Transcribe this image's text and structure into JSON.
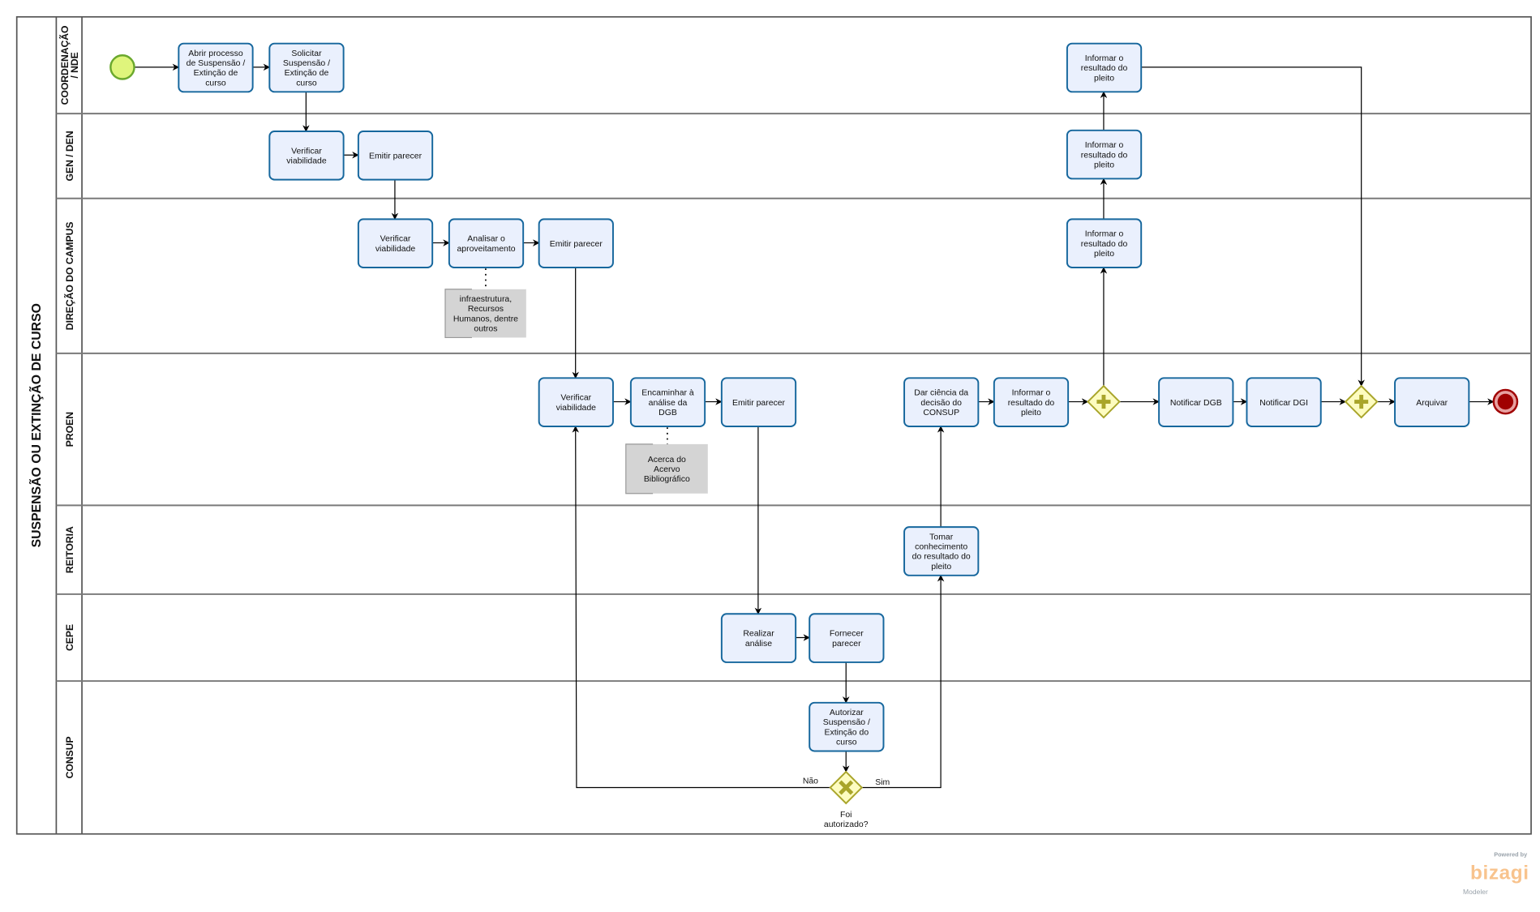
{
  "pool": {
    "title": "SUSPENSÃO OU EXTINÇÃO DE CURSO"
  },
  "lanes": [
    {
      "lines": [
        "COORDENAÇÃO",
        "/ NDE"
      ]
    },
    {
      "lines": [
        "GEN / DEN"
      ]
    },
    {
      "lines": [
        "DIREÇÃO DO CAMPUS"
      ]
    },
    {
      "lines": [
        "PROEN"
      ]
    },
    {
      "lines": [
        "REITORIA"
      ]
    },
    {
      "lines": [
        "CEPE"
      ]
    },
    {
      "lines": [
        "CONSUP"
      ]
    }
  ],
  "tasks": [
    {
      "id": "t1",
      "lines": [
        "Abrir processo",
        "de Suspensão /",
        "Extinção de",
        "curso"
      ]
    },
    {
      "id": "t2",
      "lines": [
        "Solicitar",
        "Suspensão /",
        "Extinção de",
        "curso"
      ]
    },
    {
      "id": "t3",
      "lines": [
        "Informar o",
        "resultado do",
        "pleito"
      ]
    },
    {
      "id": "t4",
      "lines": [
        "Verificar",
        "viabilidade"
      ]
    },
    {
      "id": "t5",
      "lines": [
        "Emitir parecer"
      ]
    },
    {
      "id": "t6",
      "lines": [
        "Informar o",
        "resultado do",
        "pleito"
      ]
    },
    {
      "id": "t7",
      "lines": [
        "Verificar",
        "viabilidade"
      ]
    },
    {
      "id": "t8",
      "lines": [
        "Analisar o",
        "aproveitamento"
      ]
    },
    {
      "id": "t9",
      "lines": [
        "Emitir parecer"
      ]
    },
    {
      "id": "t10",
      "lines": [
        "Informar o",
        "resultado do",
        "pleito"
      ]
    },
    {
      "id": "t11",
      "lines": [
        "Verificar",
        "viabilidade"
      ]
    },
    {
      "id": "t12",
      "lines": [
        "Encaminhar à",
        "análise da",
        "DGB"
      ]
    },
    {
      "id": "t13",
      "lines": [
        "Emitir parecer"
      ]
    },
    {
      "id": "t14",
      "lines": [
        "Dar ciência da",
        "decisão do",
        "CONSUP"
      ]
    },
    {
      "id": "t15",
      "lines": [
        "Informar o",
        "resultado do",
        "pleito"
      ]
    },
    {
      "id": "t16",
      "lines": [
        "Notificar DGB"
      ]
    },
    {
      "id": "t17",
      "lines": [
        "Notificar DGI"
      ]
    },
    {
      "id": "t18",
      "lines": [
        "Arquivar"
      ]
    },
    {
      "id": "t19",
      "lines": [
        "Tomar",
        "conhecimento",
        "do resultado do",
        "pleito"
      ]
    },
    {
      "id": "t20",
      "lines": [
        "Realizar",
        "análise"
      ]
    },
    {
      "id": "t21",
      "lines": [
        "Fornecer",
        "parecer"
      ]
    },
    {
      "id": "t22",
      "lines": [
        "Autorizar",
        "Suspensão /",
        "Extinção do",
        "curso"
      ]
    }
  ],
  "annotations": [
    {
      "id": "a1",
      "lines": [
        "infraestrutura,",
        "Recursos",
        "Humanos, dentre",
        "outros"
      ]
    },
    {
      "id": "a2",
      "lines": [
        "Acerca do",
        "Acervo",
        "Bibliográfico"
      ]
    }
  ],
  "gateway": {
    "question_lines": [
      "Foi",
      "autorizado?"
    ],
    "no_label": "Não",
    "yes_label": "Sim"
  },
  "branding": {
    "powered_by": "Powered by",
    "brand": "bizagi",
    "product": "Modeler"
  },
  "colors": {
    "task_fill": "#eaf0fd",
    "task_stroke": "#16679d",
    "start_fill": "#dff57c",
    "start_stroke": "#6aa82d",
    "end_fill": "#a00000",
    "gateway_fill": "#fdfcc0",
    "gateway_stroke": "#a9a52a",
    "brand": "#f8b878"
  }
}
